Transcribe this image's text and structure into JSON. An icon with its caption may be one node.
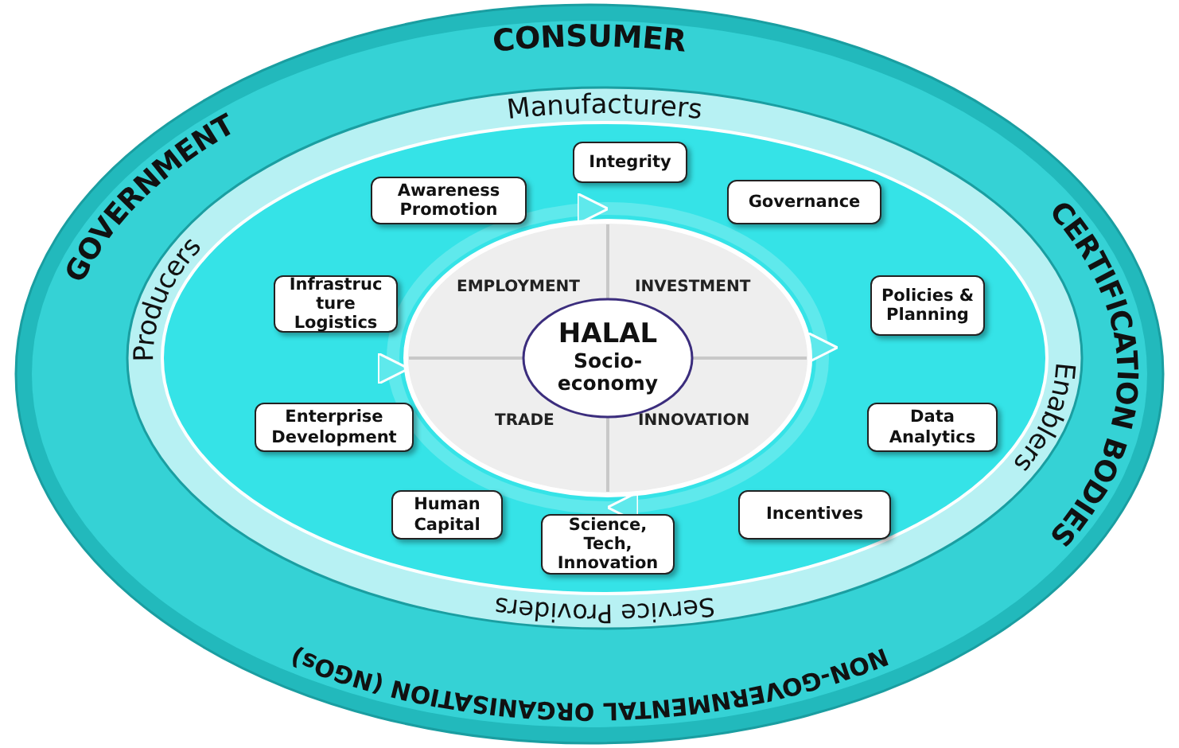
{
  "diagram": {
    "nodes": [
      {
        "text": [
          "CONSUMER",
          "CERTIFICATION BODIES",
          "NON-GOVERNMENTAL ORGANISATION (NGOs)",
          "GOVERNMENT"
        ]
      },
      {
        "text": [
          "Manufacturers",
          "Enablers",
          "Service Providers",
          "Producers"
        ],
        "in": 0
      },
      {
        "text": [
          "Integrity"
        ],
        "in": 1
      },
      {
        "text": [
          "Awareness Promotion"
        ],
        "in": 1
      },
      {
        "text": [
          "Governance"
        ],
        "in": 1
      },
      {
        "text": [
          "Infrastruc ture Logistics"
        ],
        "in": 1
      },
      {
        "text": [
          "Policies & Planning"
        ],
        "in": 1
      },
      {
        "text": [
          "EMPLOYMENT",
          "INVESTMENT",
          "TRADE",
          "INNOVATION"
        ],
        "in": 1
      },
      {
        "text": [
          "HALAL",
          "Socio-economy"
        ],
        "in": 7
      },
      {
        "text": [
          "Enterprise Development"
        ],
        "in": 1
      },
      {
        "text": [
          "Data Analytics"
        ],
        "in": 1
      },
      {
        "text": [
          "Human Capital"
        ],
        "in": 1
      },
      {
        "text": [
          "Incentives"
        ],
        "in": 1
      },
      {
        "text": [
          "Science, Tech, Innovation"
        ],
        "in": 1
      }
    ],
    "edges": []
  }
}
